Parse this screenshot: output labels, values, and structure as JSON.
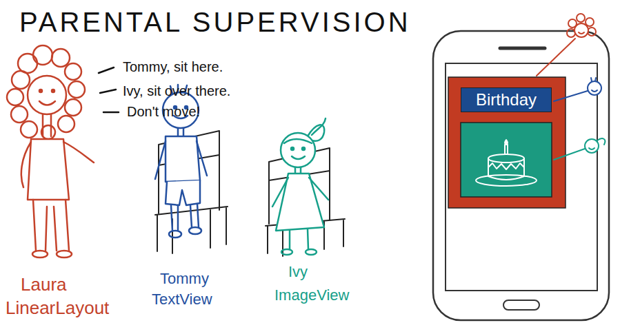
{
  "diagram": {
    "title": "PARENTAL SUPERVISION",
    "nodes": [
      {
        "text": [
          "Birthday"
        ]
      }
    ],
    "labels": [
      "Tommy, sit here.",
      "Ivy, sit over there.",
      "Don't move!",
      "Laura",
      "LinearLayout",
      "Tommy",
      "TextView",
      "Ivy",
      "ImageView"
    ]
  }
}
